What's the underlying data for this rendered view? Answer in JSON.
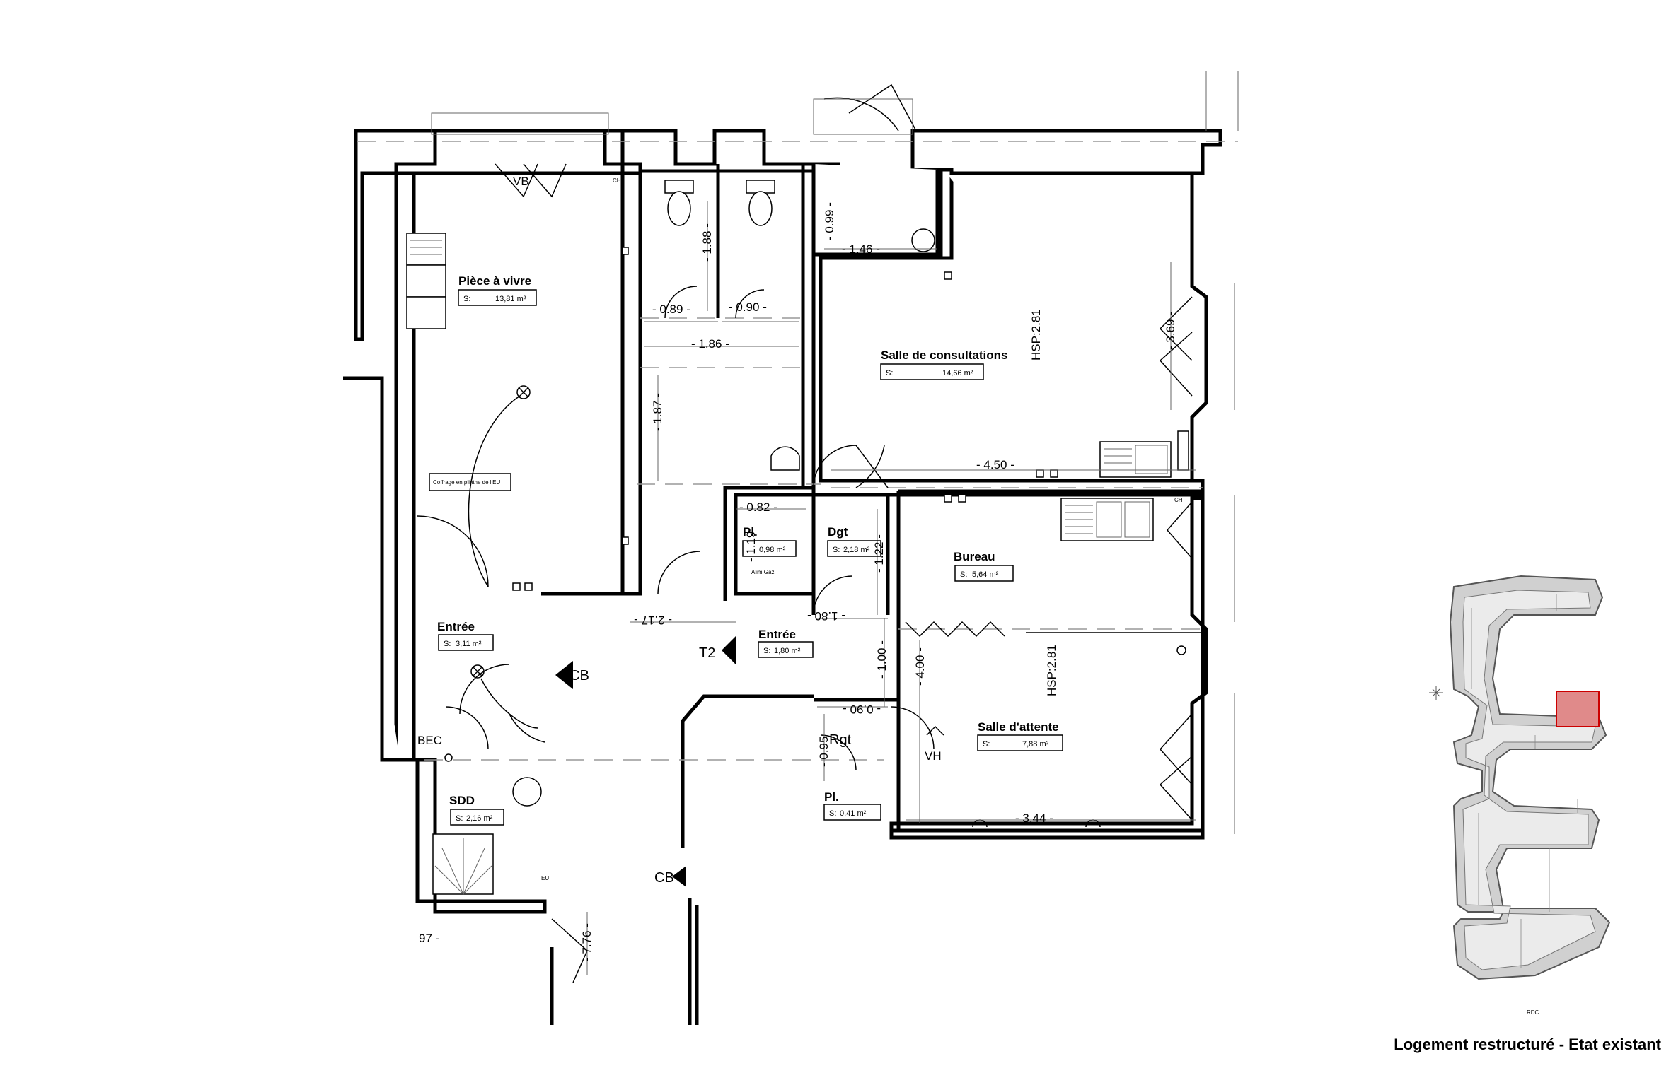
{
  "title": "Logement restructuré - Etat existant",
  "rooms": [
    {
      "name": "Pièce à vivre",
      "area": "13,81 m²"
    },
    {
      "name": "Salle de consultations",
      "area": "14,66 m²"
    },
    {
      "name": "Bureau",
      "area": "5,64 m²"
    },
    {
      "name": "Salle d'attente",
      "area": "7,88 m²"
    },
    {
      "name": "Entrée",
      "area": "3,11 m²"
    },
    {
      "name": "Entrée",
      "area": "1,80 m²"
    },
    {
      "name": "SDD",
      "area": "2,16 m²"
    },
    {
      "name": "Pl.",
      "area": "0,98 m²"
    },
    {
      "name": "Dgt",
      "area": "2,18 m²"
    },
    {
      "name": "Pl.",
      "area": "0,41 m²"
    }
  ],
  "area_prefix": "S:",
  "heights": [
    "HSP:2.81",
    "HSP:2.81"
  ],
  "dimensions": [
    "- 0.99 -",
    "- 1.46 -",
    "- 1.88 -",
    "- 0.89 -",
    "- 0.90 -",
    "- 1.86 -",
    "- 1.87 -",
    "- 3.69 -",
    "- 4.50 -",
    "- 0.82 -",
    "- 1.19",
    "- 1.22 -",
    "- 2.17 -",
    "- 1.80 -",
    "- 1.00 -",
    "- 4.00 -",
    "- 0.90 -",
    "- 0.95",
    "- 3.44 -",
    "- 7.76 -",
    "97 -"
  ],
  "markers": {
    "cb": "CB",
    "t2": "T2",
    "bec": "BEC",
    "rgt": "Rgt",
    "vh": "VH",
    "vb": "VB",
    "ch": "CH",
    "eu": "EU",
    "coffrage": "Coffrage en plinthe de l'EU",
    "alim_gaz": "Alim Gaz",
    "rdc": "RDC"
  }
}
